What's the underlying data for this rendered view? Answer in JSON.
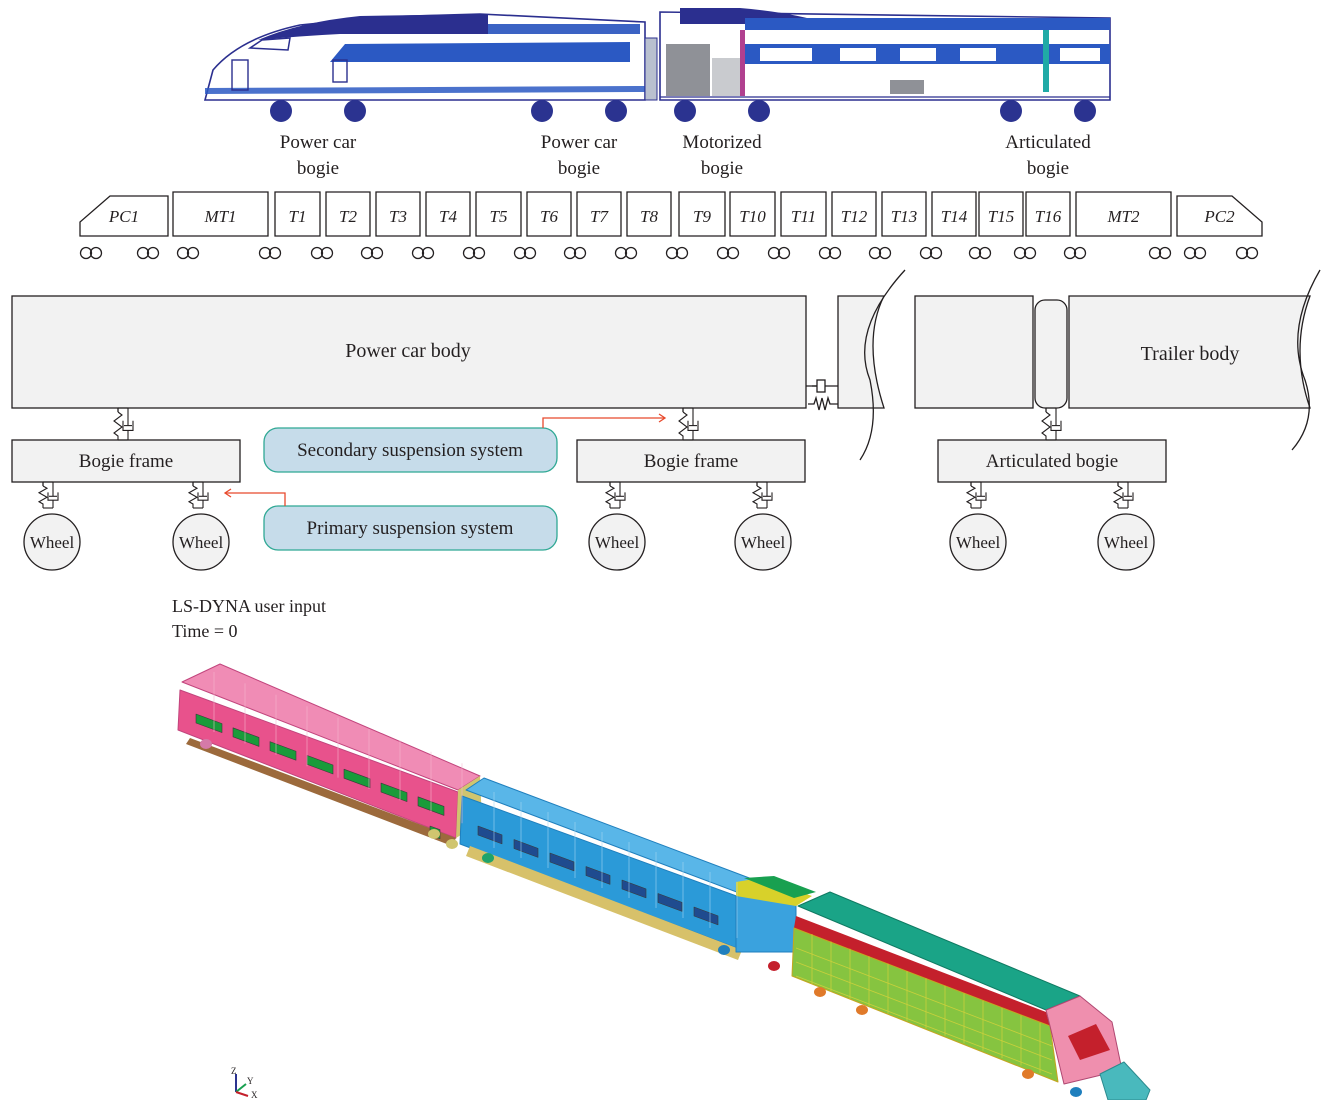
{
  "colors": {
    "train_blue": "#2b2f8f",
    "wheel_blue": "#2b3390",
    "callout_fill": "#c6dcea",
    "callout_stroke": "#2fa894",
    "arrow_red": "#e8492c",
    "box_fill": "#f2f2f2",
    "fem_pink": "#e8528c",
    "fem_blue": "#2b9ad8",
    "fem_green": "#86c440",
    "fem_teal": "#1aa487",
    "fem_red": "#c4202c",
    "fem_nose": "#49b9bd"
  },
  "profile_labels": [
    {
      "line1": "Power car",
      "line2": "bogie"
    },
    {
      "line1": "Power car",
      "line2": "bogie"
    },
    {
      "line1": "Motorized",
      "line2": "bogie"
    },
    {
      "line1": "Articulated",
      "line2": "bogie"
    }
  ],
  "consist": [
    "PC1",
    "MT1",
    "T1",
    "T2",
    "T3",
    "T4",
    "T5",
    "T6",
    "T7",
    "T8",
    "T9",
    "T10",
    "T11",
    "T12",
    "T13",
    "T14",
    "T15",
    "T16",
    "MT2",
    "PC2"
  ],
  "schematic": {
    "power_car_body": "Power car body",
    "trailer_body": "Trailer body",
    "bogie_frame_left": "Bogie frame",
    "bogie_frame_right": "Bogie frame",
    "articulated_bogie": "Articulated bogie",
    "secondary": "Secondary suspension system",
    "primary": "Primary suspension system",
    "wheel": "Wheel"
  },
  "fem": {
    "line1": "LS-DYNA user input",
    "line2": "Time = 0",
    "axes": {
      "z": "Z",
      "y": "Y",
      "x": "X"
    }
  }
}
